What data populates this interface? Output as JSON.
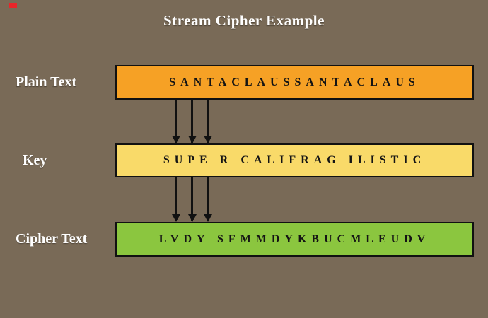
{
  "title": "Stream Cipher Example",
  "badge": {
    "name": "red-square"
  },
  "rows": [
    {
      "label": "Plain Text",
      "value": "SANTACLAUSSANTACLAUS"
    },
    {
      "label": "Key",
      "value": "SUPE R CALIFRAG ILISTIC"
    },
    {
      "label": "Cipher Text",
      "value": "LVDY SFMMDYKBUCMLEUDV"
    }
  ],
  "colors": {
    "background": "#796A57",
    "plain_text_bar": "#F6A125",
    "key_bar": "#F9DA69",
    "cipher_text_bar": "#8BC63F",
    "bar_border": "#111111",
    "arrow": "#111111",
    "title_text": "#FFFFFF",
    "label_text": "#FFFFFF",
    "bar_text": "#141414",
    "badge": "#E8252A"
  }
}
